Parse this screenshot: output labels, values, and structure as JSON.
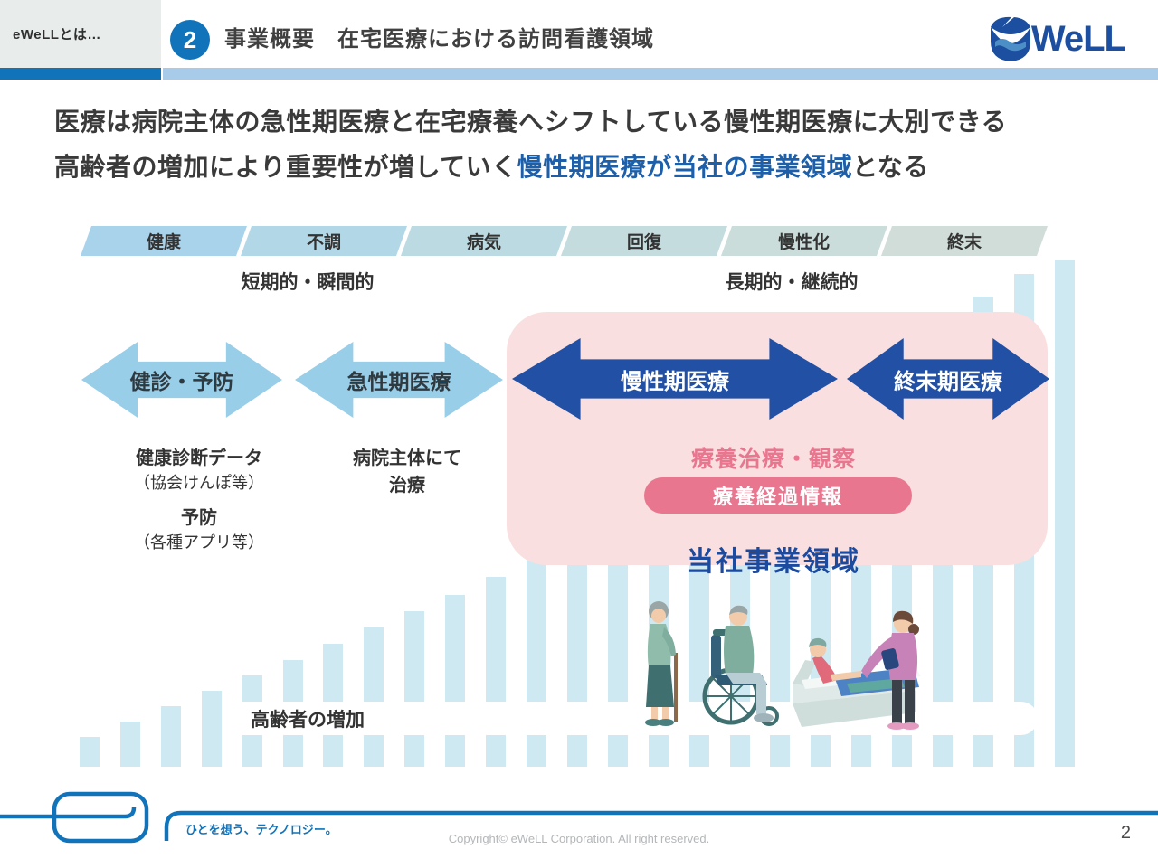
{
  "header": {
    "tab_label": "eWeLLとは…",
    "section_number": "2",
    "title": "事業概要　在宅医療における訪問看護領域",
    "logo_wordmark": "WeLL"
  },
  "lead": {
    "line1": "医療は病院主体の急性期医療と在宅療養へシフトしている慢性期医療に大別できる",
    "line2_prefix": "高齢者の増加により重要性が増していく",
    "line2_highlight": "慢性期医療が当社の事業領域",
    "line2_suffix": "となる"
  },
  "diagram": {
    "stages": [
      "健康",
      "不調",
      "病気",
      "回復",
      "慢性化",
      "終末"
    ],
    "stage_colors": [
      "#a9d3ea",
      "#b2d7e6",
      "#bcdae2",
      "#c4dcde",
      "#cbdddb",
      "#d0ddd9"
    ],
    "phase_short_label": "短期的・瞬間的",
    "phase_long_label": "長期的・継続的",
    "arrows": [
      {
        "label": "健診・予防",
        "style": "light"
      },
      {
        "label": "急性期医療",
        "style": "light"
      },
      {
        "label": "慢性期医療",
        "style": "dark"
      },
      {
        "label": "終末期医療",
        "style": "dark"
      }
    ],
    "notes_left": [
      "健康診断データ",
      "（協会けんぽ等）",
      "予防",
      "（各種アプリ等）"
    ],
    "notes_mid": [
      "病院主体にて",
      "治療"
    ],
    "pink_zone": {
      "care_label": "療養治療・観察",
      "pill_label": "療養経過情報",
      "domain_label": "当社事業領域"
    },
    "aging_label": "高齢者の増加",
    "background_bars": {
      "color": "#cfe9f2",
      "heights": [
        33,
        50,
        67,
        84,
        101,
        118,
        136,
        154,
        172,
        190,
        210,
        232,
        256,
        280,
        305,
        330,
        356,
        382,
        408,
        434,
        460,
        490,
        520,
        545,
        560
      ]
    }
  },
  "colors": {
    "accent_blue": "#1173ba",
    "accent_light_blue": "#a7cbe8",
    "arrow_light": "#99cee9",
    "arrow_dark": "#2150a5",
    "pink_background": "#f9dfdf",
    "pink_accent": "#e8768f",
    "navy_text": "#1b4a9e",
    "highlight_blue": "#1d5fa8"
  },
  "footer": {
    "tagline": "ひとを想う、テクノロジー。",
    "copyright": "Copyright© eWeLL Corporation. All right reserved.",
    "page_number": "2"
  }
}
